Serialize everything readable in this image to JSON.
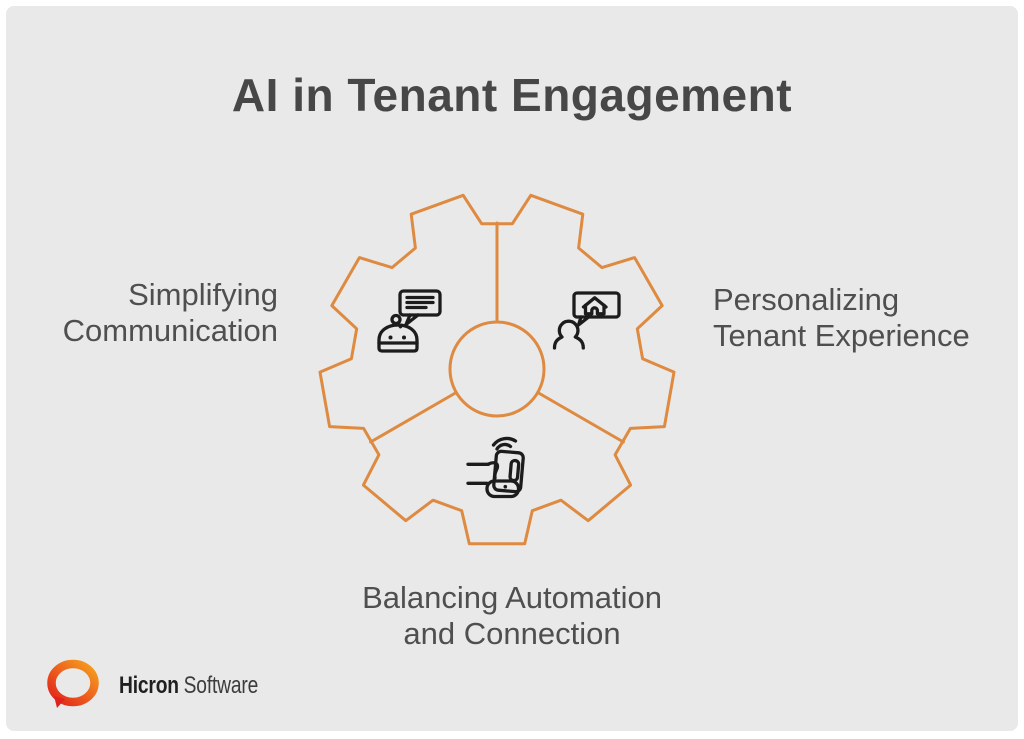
{
  "title": "AI in Tenant Engagement",
  "diagram": {
    "shape": "gear",
    "segments": [
      {
        "position": "left",
        "icon": "chatbot-speech-icon",
        "label_line1": "Simplifying",
        "label_line2": "Communication"
      },
      {
        "position": "right",
        "icon": "tenant-home-speech-icon",
        "label_line1": "Personalizing",
        "label_line2": "Tenant Experience"
      },
      {
        "position": "bottom",
        "icon": "hand-phone-signal-icon",
        "label_line1": "Balancing Automation",
        "label_line2": "and Connection"
      }
    ]
  },
  "footer": {
    "brand_name_bold": "Hicron",
    "brand_name_light": "Software"
  },
  "colors": {
    "frame_white": "#FFFFFF",
    "background_gray": "#E9E9E9",
    "accent_orange": "#DE8A40",
    "icon_ink": "#1C1C1C",
    "title_gray": "#474747",
    "label_gray": "#4F4F4F",
    "logo_orange": "#F6A11F",
    "logo_red": "#E0221C",
    "brand_dark": "#1F1F1F",
    "brand_gray": "#3C3C3C"
  }
}
